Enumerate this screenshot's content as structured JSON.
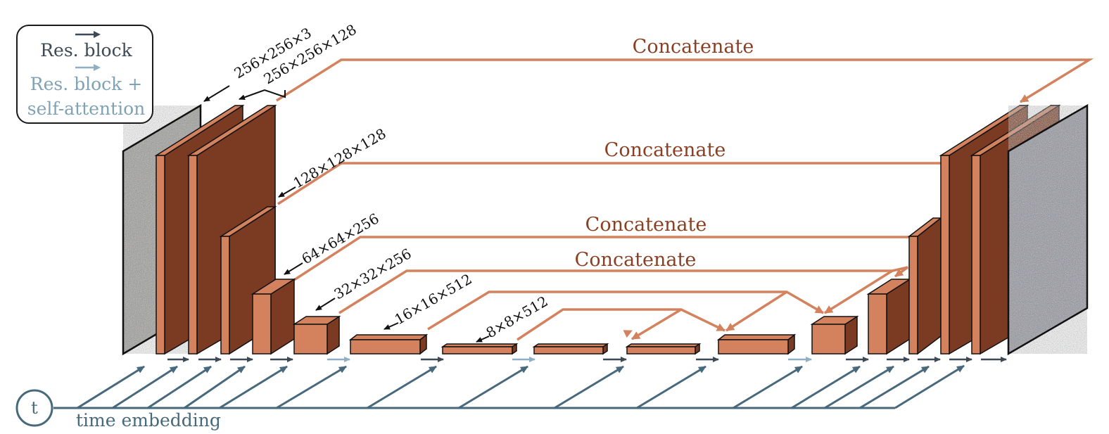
{
  "legend": {
    "res_block": "Res. block",
    "res_attn_line1": "Res. block +",
    "res_attn_line2": "self-attention"
  },
  "labels": {
    "dim_256_3": "256×256×3",
    "dim_256_128": "256×256×128",
    "dim_128_128": "128×128×128",
    "dim_64_256": "64×64×256",
    "dim_32_256": "32×32×256",
    "dim_16_512": "16×16×512",
    "dim_8_512": "8×8×512",
    "concat_1": "Concatenate",
    "concat_2": "Concatenate",
    "concat_3": "Concatenate",
    "concat_4": "Concatenate",
    "time_node": "t",
    "time_embedding": "time embedding"
  },
  "colors": {
    "block_front": "#d4825e",
    "block_side": "#7a3b22",
    "skip": "#d4825e",
    "skip_text": "#8a3f22",
    "arrow_dark": "#3d4a55",
    "arrow_light": "#8fb0c4",
    "time_line": "#47697b"
  }
}
